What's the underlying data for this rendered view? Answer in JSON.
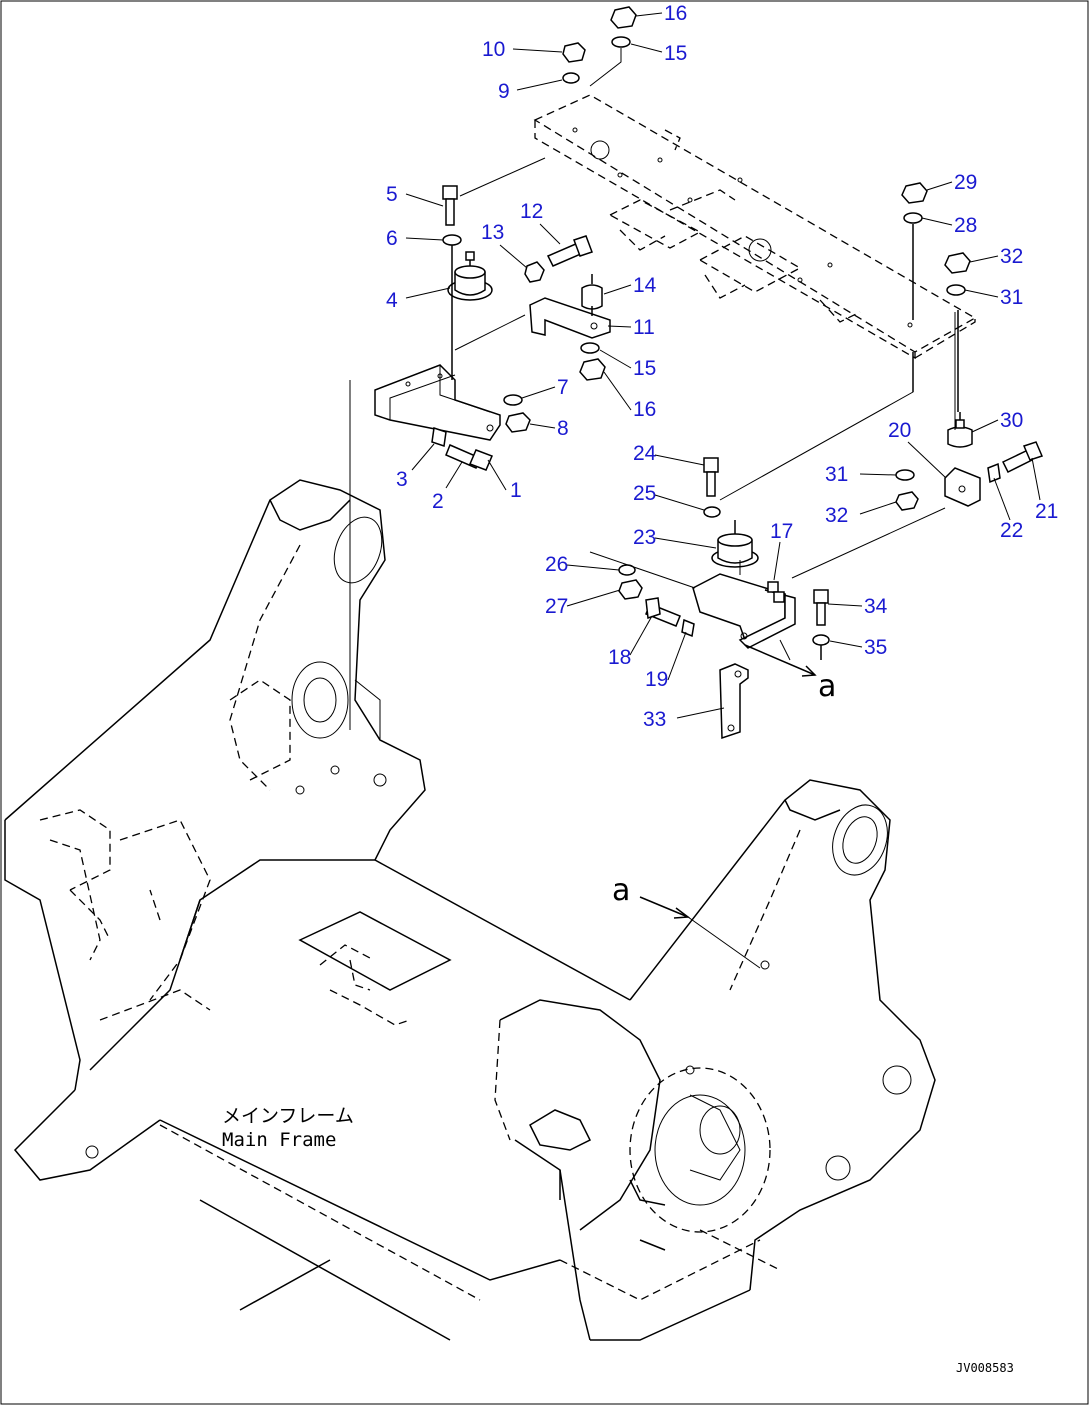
{
  "callouts": [
    {
      "label": "1"
    },
    {
      "label": "2"
    },
    {
      "label": "3"
    },
    {
      "label": "4"
    },
    {
      "label": "5"
    },
    {
      "label": "6"
    },
    {
      "label": "7"
    },
    {
      "label": "8"
    },
    {
      "label": "9"
    },
    {
      "label": "10"
    },
    {
      "label": "11"
    },
    {
      "label": "12"
    },
    {
      "label": "13"
    },
    {
      "label": "14"
    },
    {
      "label": "15"
    },
    {
      "label": "15"
    },
    {
      "label": "16"
    },
    {
      "label": "16"
    },
    {
      "label": "17"
    },
    {
      "label": "18"
    },
    {
      "label": "19"
    },
    {
      "label": "20"
    },
    {
      "label": "21"
    },
    {
      "label": "22"
    },
    {
      "label": "23"
    },
    {
      "label": "24"
    },
    {
      "label": "25"
    },
    {
      "label": "26"
    },
    {
      "label": "27"
    },
    {
      "label": "28"
    },
    {
      "label": "29"
    },
    {
      "label": "30"
    },
    {
      "label": "31"
    },
    {
      "label": "31"
    },
    {
      "label": "32"
    },
    {
      "label": "32"
    },
    {
      "label": "33"
    },
    {
      "label": "34"
    },
    {
      "label": "35"
    }
  ],
  "view_marker": "a",
  "frame_label_jp": "メインフレーム",
  "frame_label_en": "Main Frame",
  "drawing_ref": "JV008583",
  "colors": {
    "callout": "#1a1ad0",
    "line": "#000000",
    "background": "#ffffff"
  }
}
